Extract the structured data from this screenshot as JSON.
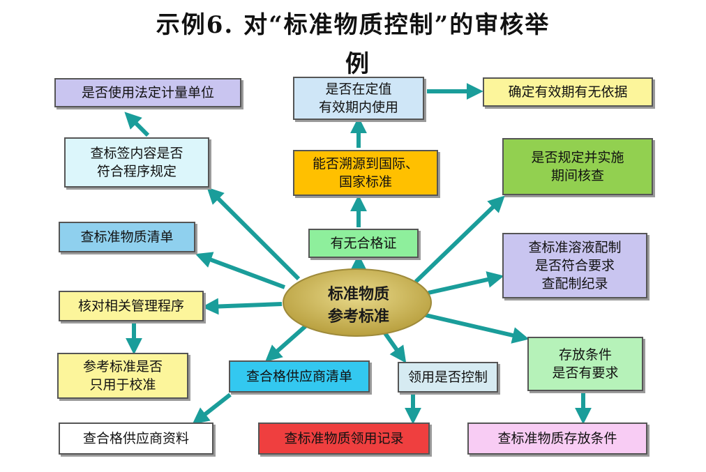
{
  "title": {
    "line1": "示例6.    对“标准物质控制”的审核举",
    "line2": "例"
  },
  "center": {
    "line1": "标准物质",
    "line2": "参考标准"
  },
  "nodes": {
    "legal_units": "是否使用法定计量单位",
    "validity_use": "是否在定值\n有效期内使用",
    "expiry_basis": "确定有效期有无依据",
    "label_check": "查标签内容是否\n符合程序规定",
    "traceability": "能否溯源到国际、\n国家标准",
    "interim_check": "是否规定并实施\n期间核查",
    "material_list": "查标准物质清单",
    "certificate": "有无合格证",
    "solution_prep": "查标准溶液配制\n是否符合要求\n查配制纪录",
    "procedures": "核对相关管理程序",
    "calibration_only": "参考标准是否\n只用于校准",
    "supplier_list": "查合格供应商清单",
    "use_control": "领用是否控制",
    "storage_req": "存放条件\n是否有要求",
    "supplier_info": "查合格供应商资料",
    "use_records": "查标准物质领用记录",
    "storage_cond": "查标准物质存放条件"
  },
  "colors": {
    "arrow": "#1a9d9a",
    "center_fill": "#c9b458"
  }
}
